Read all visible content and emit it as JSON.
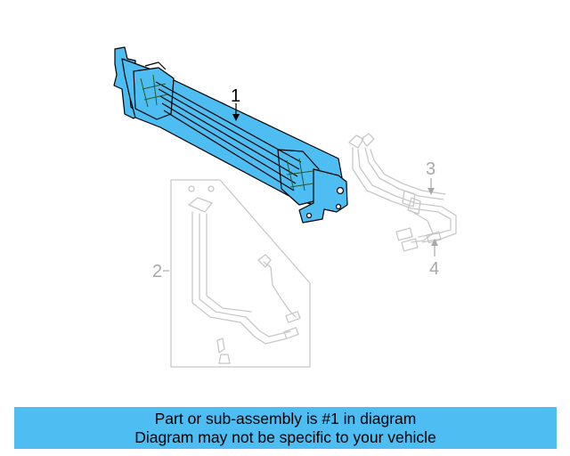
{
  "diagram": {
    "callouts": [
      {
        "id": "callout-1",
        "label": "1"
      },
      {
        "id": "callout-2",
        "label": "2"
      },
      {
        "id": "callout-3",
        "label": "3"
      },
      {
        "id": "callout-4",
        "label": "4"
      }
    ],
    "colors": {
      "highlight_fill": "#4dbdf2",
      "highlight_stroke": "#000000",
      "ghost_stroke": "#c8c8c8",
      "callout_active": "#000000",
      "callout_ghost": "#a8a8a8"
    },
    "parts": [
      {
        "name": "oil-cooler",
        "highlighted": true
      },
      {
        "name": "cooler-bracket-assembly",
        "highlighted": false
      },
      {
        "name": "inlet-tube",
        "highlighted": false
      },
      {
        "name": "outlet-tube",
        "highlighted": false
      }
    ]
  },
  "banner": {
    "line1": "Part or sub-assembly is #1 in diagram",
    "line2": "Diagram may not be specific to your vehicle",
    "background": "#4dbdf2"
  }
}
